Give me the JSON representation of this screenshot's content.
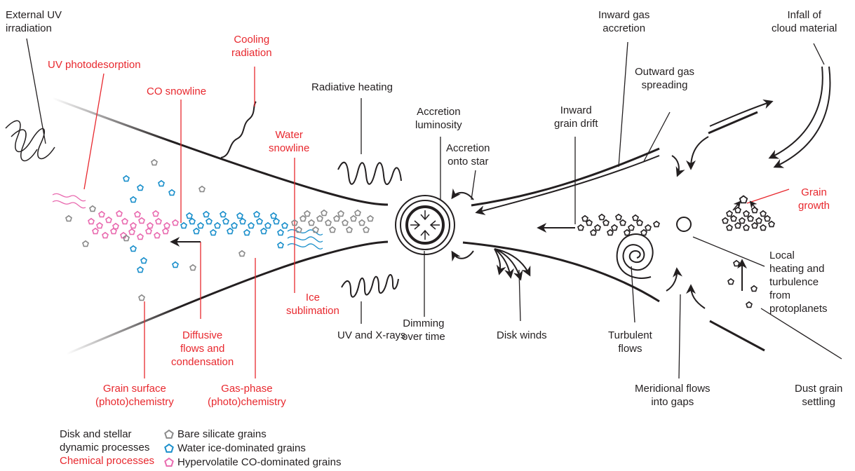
{
  "colors": {
    "ink": "#231f20",
    "chemical": "#e8282e",
    "bare_grain": "#8a8a8a",
    "water_grain": "#1a8fcb",
    "co_grain": "#e96bb0"
  },
  "labels": {
    "external_uv": "External UV\nirradiation",
    "uv_photodesorption": "UV photodesorption",
    "cooling_radiation": "Cooling\nradiation",
    "co_snowline": "CO snowline",
    "radiative_heating": "Radiative heating",
    "water_snowline": "Water\nsnowline",
    "accretion_luminosity": "Accretion\nluminosity",
    "accretion_onto_star": "Accretion\nonto star",
    "inward_grain_drift": "Inward\ngrain drift",
    "inward_gas_accretion": "Inward gas\naccretion",
    "outward_gas_spreading": "Outward gas\nspreading",
    "infall": "Infall of\ncloud material",
    "grain_growth": "Grain\ngrowth",
    "local_heating": "Local\nheating and\nturbulence\nfrom\nprotoplanets",
    "ice_sublimation": "Ice\nsublimation",
    "dimming": "Dimming\nover time",
    "uv_xrays": "UV and X-rays",
    "disk_winds": "Disk winds",
    "turbulent_flows": "Turbulent\nflows",
    "meridional_flows": "Meridional flows\ninto gaps",
    "dust_settling": "Dust grain\nsettling",
    "diffusive_flows": "Diffusive\nflows and\ncondensation",
    "grain_surface": "Grain surface\n(photo)chemistry",
    "gas_phase": "Gas-phase\n(photo)chemistry"
  },
  "legend": {
    "dynamic": "Disk and stellar\ndynamic processes",
    "chemical": "Chemical processes",
    "bare": "Bare silicate grains",
    "water": "Water ice-dominated grains",
    "co": "Hypervolatile CO-dominated grains"
  }
}
